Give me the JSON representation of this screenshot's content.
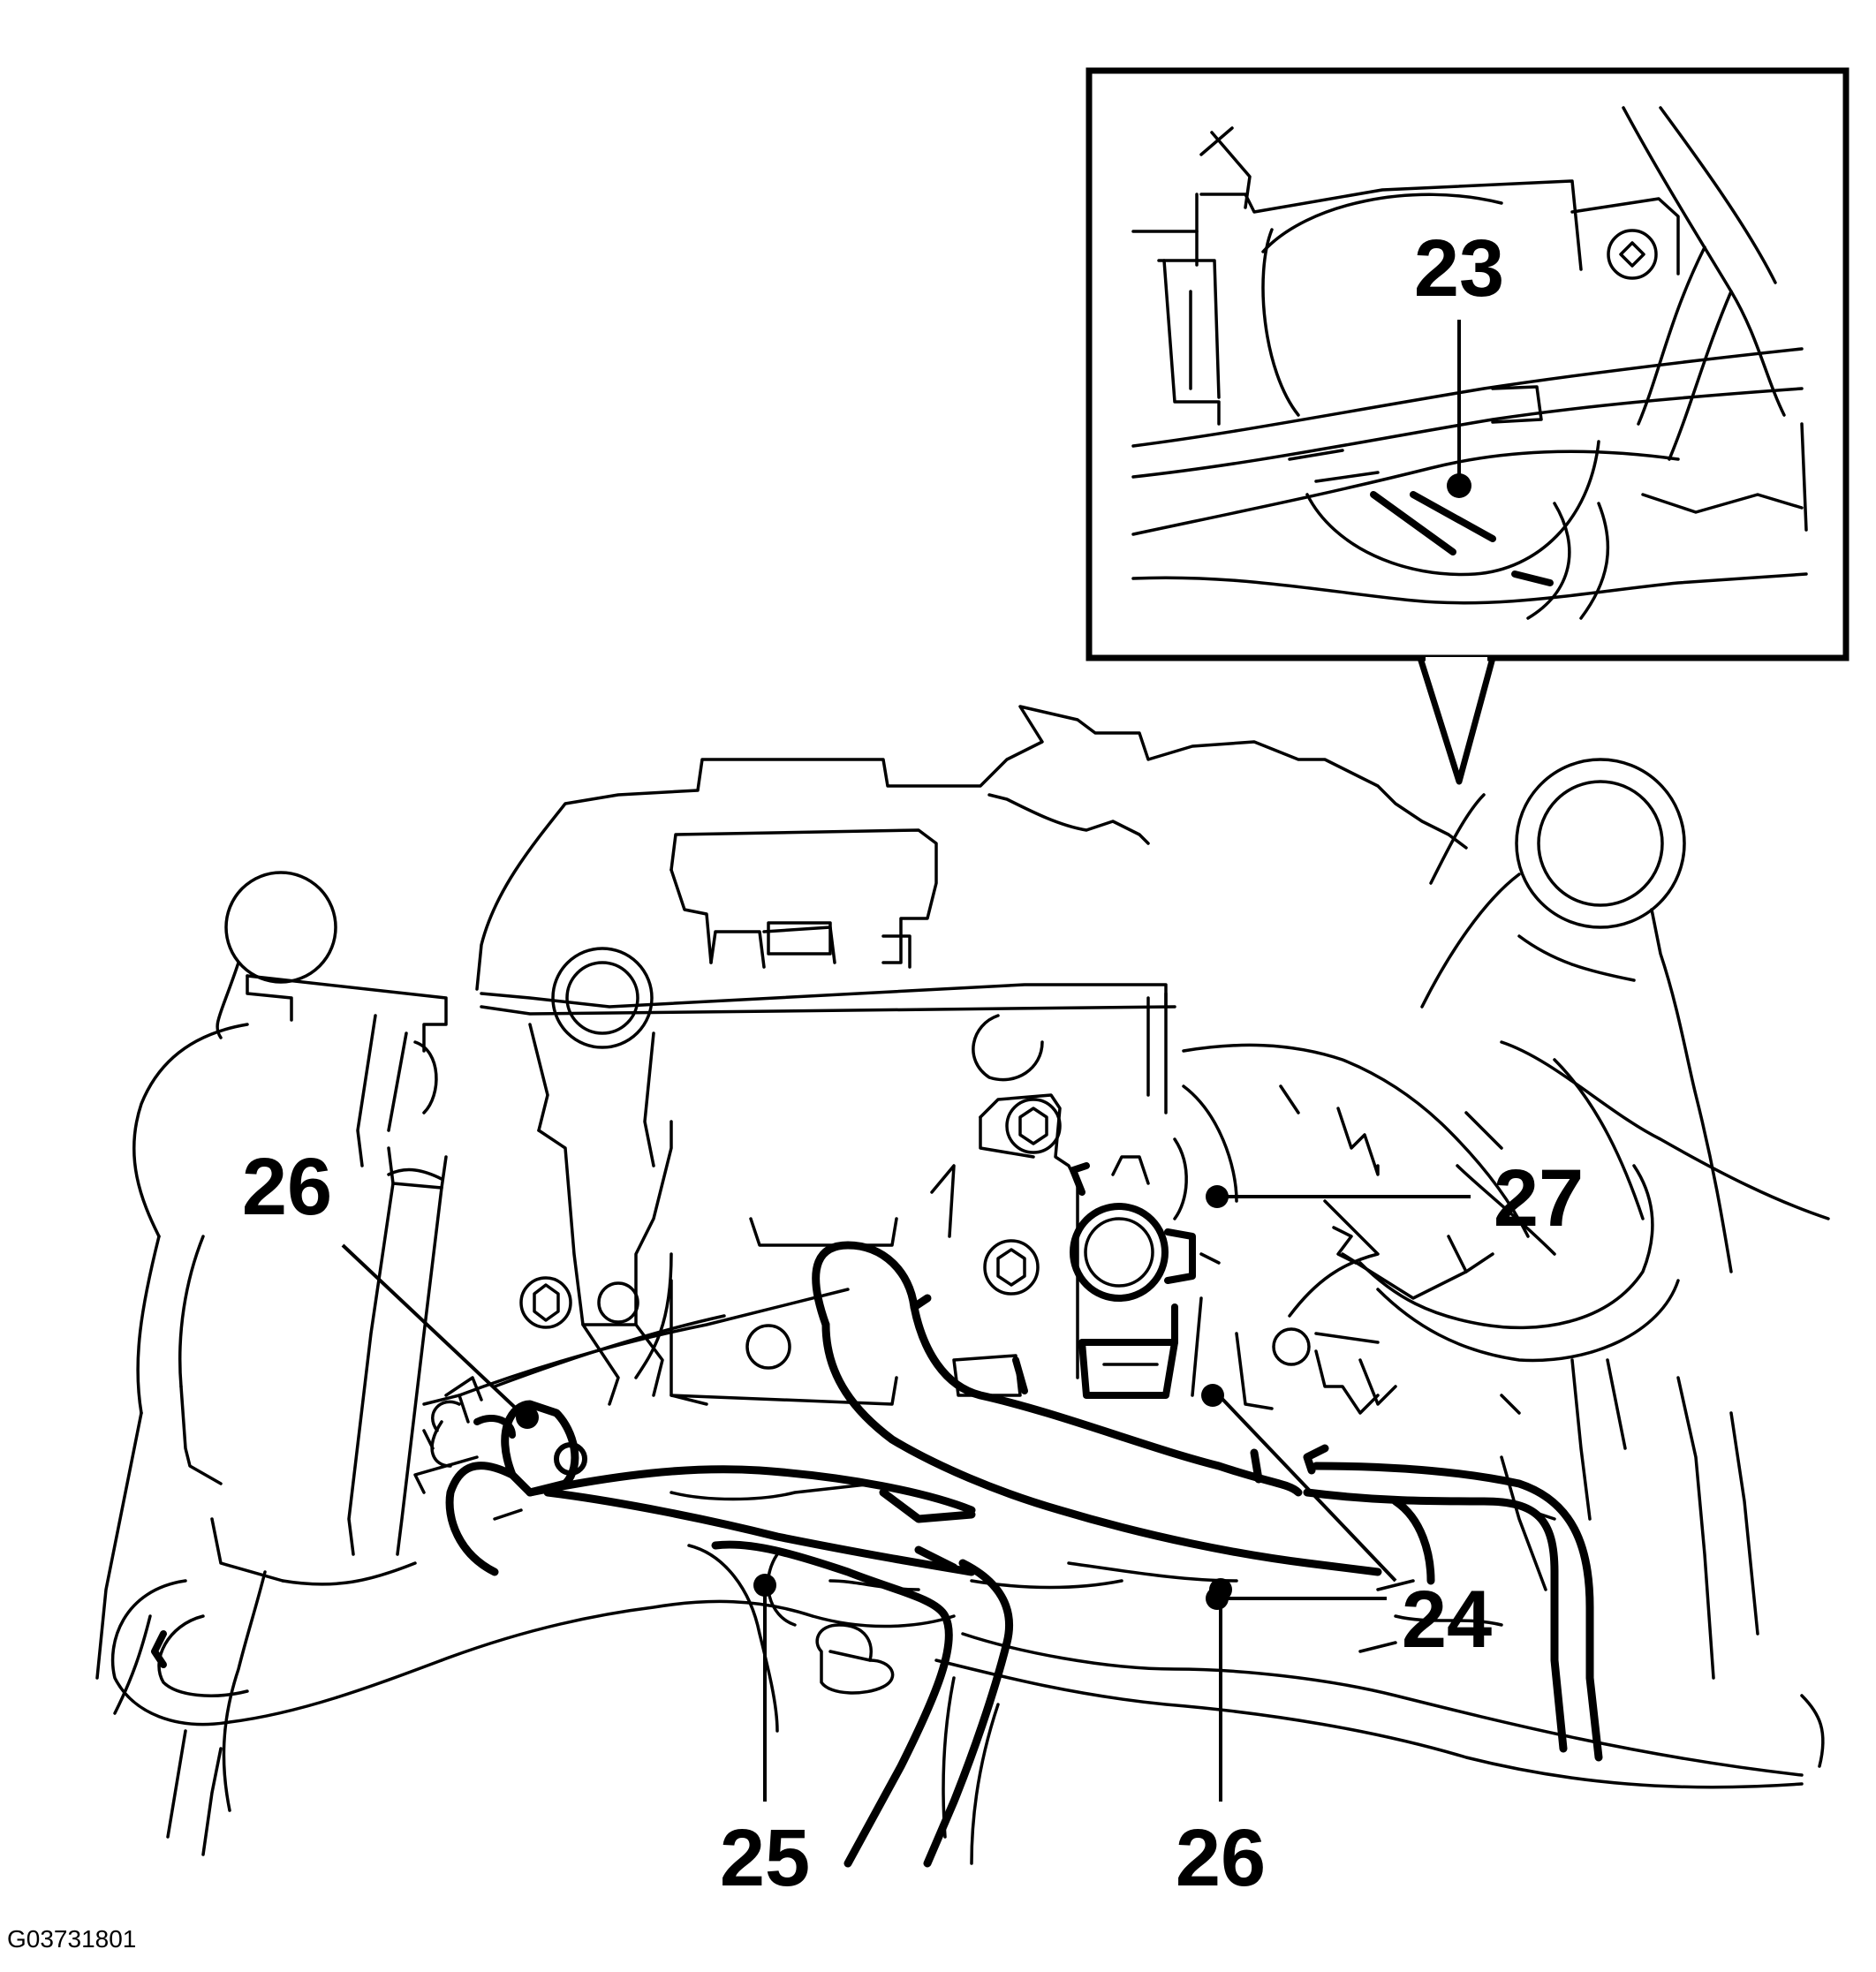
{
  "figure_id": "G03731801",
  "callouts": [
    {
      "id": "c23",
      "label": "23"
    },
    {
      "id": "c24",
      "label": "24"
    },
    {
      "id": "c25",
      "label": "25"
    },
    {
      "id": "c26a",
      "label": "26"
    },
    {
      "id": "c26b",
      "label": "26"
    },
    {
      "id": "c27",
      "label": "27"
    }
  ]
}
